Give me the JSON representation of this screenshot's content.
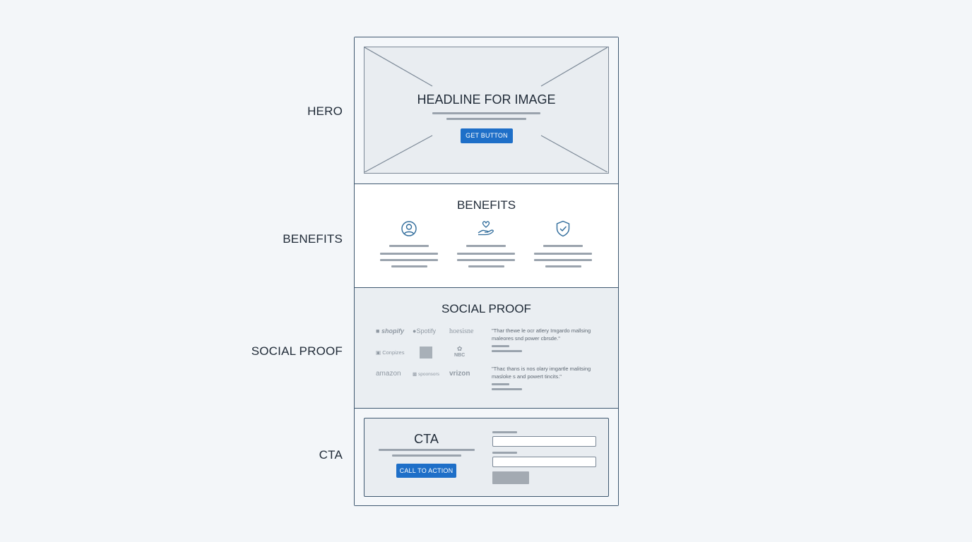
{
  "labels": {
    "hero": "HERO",
    "benefits": "BENEFITS",
    "social_proof": "SOCIAL PROOF",
    "cta": "CTA"
  },
  "hero": {
    "headline": "HEADLINE FOR IMAGE",
    "button_label": "GET BUTTON",
    "image_placeholder": "image-placeholder-icon"
  },
  "benefits": {
    "title": "BENEFITS",
    "items": [
      {
        "icon": "user-circle-icon"
      },
      {
        "icon": "heart-hand-icon"
      },
      {
        "icon": "shield-check-icon"
      }
    ]
  },
  "social_proof": {
    "title": "SOCIAL PROOF",
    "logos": [
      "shopify",
      "Spotify",
      "hoesisne",
      "Conpizes",
      "",
      "NBC",
      "amazon",
      "spoonsors",
      "vrizon"
    ],
    "quotes": [
      "\"Thar thewe le ocr atlery Imgardo mallsing maleores snd power cbrsde.\"",
      "\"Thac thans is nos olary imgartle malitsing masloke s and powert tincits.\""
    ]
  },
  "cta": {
    "title": "CTA",
    "button_label": "CALL TO ACTION"
  },
  "colors": {
    "accent": "#1e6fc8",
    "frame_border": "#3f5870",
    "placeholder_bar": "#9aa3ad",
    "icon_stroke": "#2d6a9a"
  }
}
